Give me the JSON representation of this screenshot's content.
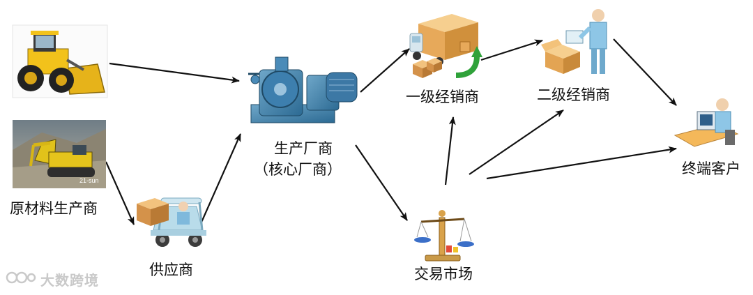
{
  "diagram": {
    "nodes": {
      "raw_material": "原材料生产商",
      "supplier": "供应商",
      "manufacturer_line1": "生产厂商",
      "manufacturer_line2": "（核心厂商）",
      "distributor1": "一级经销商",
      "distributor2": "二级经销商",
      "exchange": "交易市场",
      "end_customer": "终端客户"
    },
    "icons": {
      "loader": "wheel-loader-icon",
      "excavator": "excavator-photo-icon",
      "forklift": "forklift-person-icon",
      "machine": "industrial-crusher-machine-icon",
      "truck": "delivery-truck-boxes-icon",
      "box_person": "person-with-box-icon",
      "scale": "balance-scale-icon",
      "desk_person": "person-at-computer-icon"
    },
    "colors": {
      "arrow": "#111111"
    }
  },
  "watermark": {
    "text": "大数跨境"
  }
}
